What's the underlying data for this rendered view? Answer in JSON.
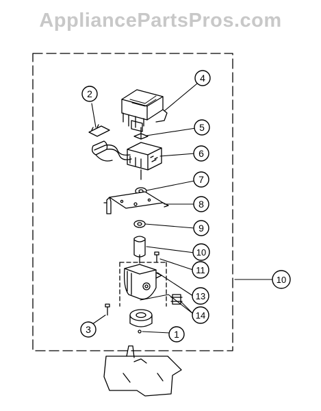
{
  "watermark": "AppliancePartsPros.com",
  "colors": {
    "ink": "#000000",
    "watermark": "#c8c8c8",
    "background": "#ffffff"
  },
  "callouts": [
    {
      "id": "c1",
      "label": "1"
    },
    {
      "id": "c2",
      "label": "2"
    },
    {
      "id": "c3",
      "label": "3"
    },
    {
      "id": "c4",
      "label": "4"
    },
    {
      "id": "c5",
      "label": "5"
    },
    {
      "id": "c6",
      "label": "6"
    },
    {
      "id": "c7",
      "label": "7"
    },
    {
      "id": "c8",
      "label": "8"
    },
    {
      "id": "c9",
      "label": "9"
    },
    {
      "id": "c10a",
      "label": "10"
    },
    {
      "id": "c11",
      "label": "11"
    },
    {
      "id": "c13",
      "label": "13"
    },
    {
      "id": "c14",
      "label": "14"
    },
    {
      "id": "c10b",
      "label": "10"
    }
  ]
}
